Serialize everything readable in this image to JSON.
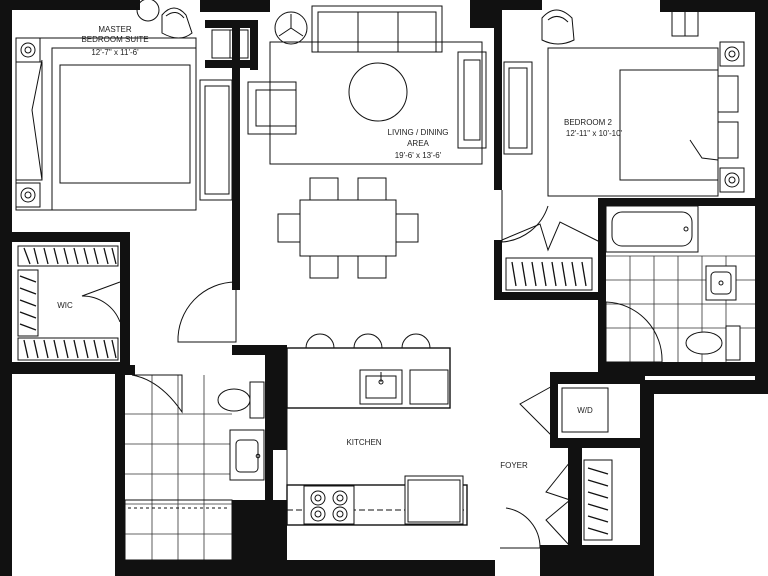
{
  "rooms": {
    "master": {
      "name_line1": "MASTER",
      "name_line2": "BEDROOM SUITE",
      "dims": "12'-7\" x 11'-6'"
    },
    "living": {
      "name_line1": "LIVING / DINING",
      "name_line2": "AREA",
      "dims": "19'-6' x 13'-6'"
    },
    "bedroom2": {
      "name": "BEDROOM 2",
      "dims": "12'-11\" x 10'-10'"
    },
    "wic": {
      "name": "WIC"
    },
    "kitchen": {
      "name": "KITCHEN"
    },
    "foyer": {
      "name": "FOYER"
    },
    "laundry": {
      "name": "W/D"
    }
  },
  "colors": {
    "wall": "#111111",
    "line": "#111111",
    "background": "#ffffff"
  }
}
